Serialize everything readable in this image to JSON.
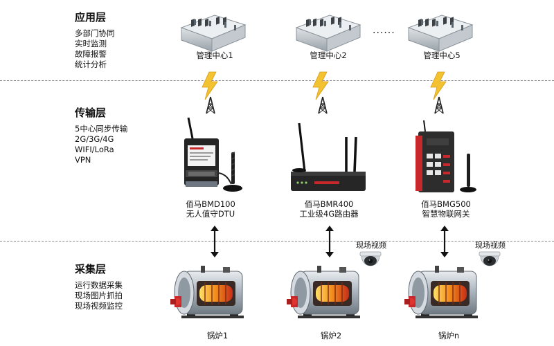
{
  "layers": {
    "application": {
      "title": "应用层",
      "lines": [
        "多部门协同",
        "实时监测",
        "故障报警",
        "统计分析"
      ]
    },
    "transmission": {
      "title": "传输层",
      "lines": [
        "5中心同步传输",
        "2G/3G/4G",
        "WIFI/LoRa",
        "VPN"
      ]
    },
    "collection": {
      "title": "采集层",
      "lines": [
        "运行数据采集",
        "现场图片抓拍",
        "现场视频监控"
      ]
    }
  },
  "centers": [
    "管理中心1",
    "管理中心2",
    "管理中心5"
  ],
  "ellipsis": "······",
  "devices": [
    {
      "line1": "佰马BMD100",
      "line2": "无人值守DTU"
    },
    {
      "line1": "佰马BMR400",
      "line2": "工业级4G路由器"
    },
    {
      "line1": "佰马BMG500",
      "line2": "智慧物联网关"
    }
  ],
  "camera_label": "现场视频",
  "boilers": [
    "锅炉1",
    "锅炉2",
    "锅炉n"
  ],
  "colors": {
    "lightning": "#f2c230",
    "divider": "#888888",
    "boiler_steel": "#b9c1c9",
    "flame": "#f28b1b",
    "device_dark": "#2b2b2b",
    "device_red": "#c6282b"
  },
  "icons": [
    "server-room-icon",
    "lightning-icon",
    "signal-tower-icon",
    "dtu-device-icon",
    "router-icon",
    "gateway-icon",
    "bidirectional-arrow-icon",
    "dome-camera-icon",
    "boiler-icon"
  ]
}
